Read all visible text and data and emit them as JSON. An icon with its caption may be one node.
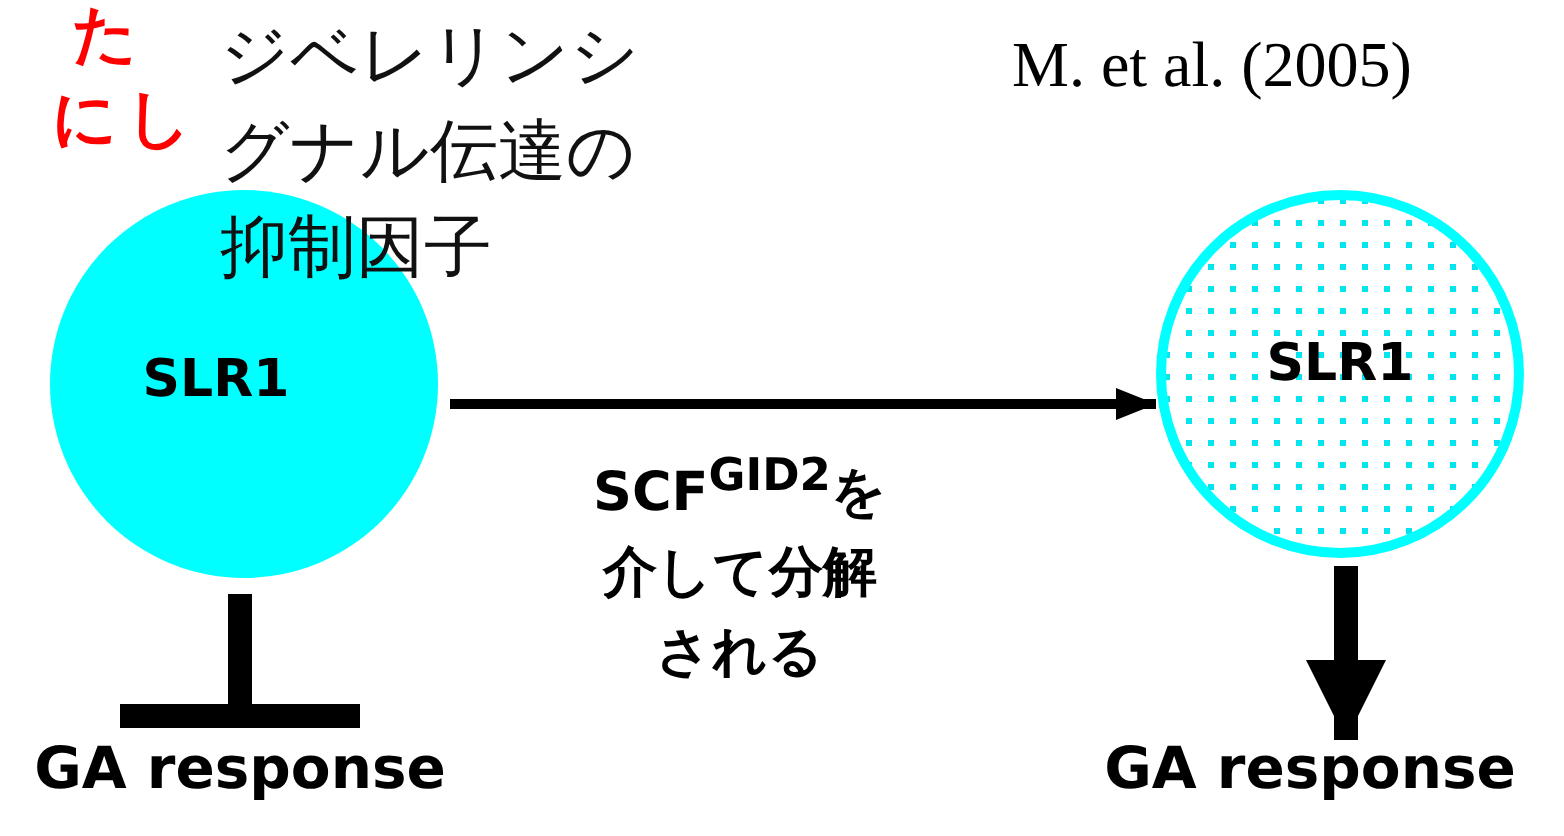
{
  "diagram": {
    "nodes": [
      {
        "text": [
          "SLR1"
        ],
        "beside": [
          "ジベレリンシグナル伝達の抑制因子"
        ]
      },
      {
        "text": [
          "SLR1"
        ]
      },
      {
        "text": [
          "GA response"
        ]
      },
      {
        "text": [
          "GA response"
        ]
      }
    ],
    "edges": [
      {
        "from": 0,
        "to": 1,
        "arrow": "to",
        "label": "SCF$^{GID2}$を介して分解される"
      },
      {
        "from": 0,
        "to": 2,
        "arrow": "other"
      },
      {
        "from": 1,
        "to": 3,
        "arrow": "to"
      }
    ],
    "labels": [
      "た",
      "にし",
      "M. et al. (2005)"
    ]
  }
}
